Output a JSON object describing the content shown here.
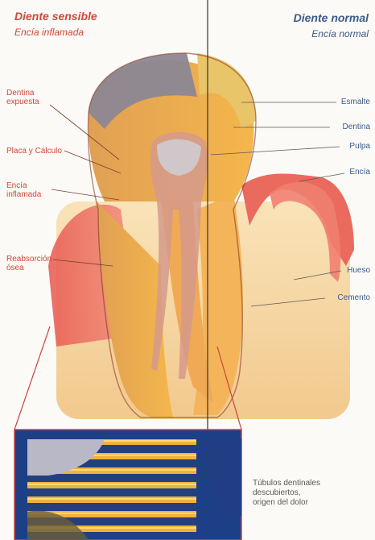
{
  "left_panel": {
    "title": "Diente sensible",
    "subtitle": "Encía inflamada",
    "labels": {
      "dentina_expuesta": "Dentina\nexpuesta",
      "placa_calculo": "Placa y Cálculo",
      "encia_inflamada": "Encía\ninflamada",
      "reabsorcion_osea": "Reabsorción\nósea"
    }
  },
  "right_panel": {
    "title": "Diente normal",
    "subtitle": "Encía normal",
    "labels": {
      "esmalte": "Esmalte",
      "dentina": "Dentina",
      "pulpa": "Pulpa",
      "encia": "Encía",
      "hueso": "Hueso",
      "cemento": "Cemento"
    }
  },
  "inset_caption": "Túbulos dentinales\ndescubiertos,\norigen del dolor",
  "colors": {
    "left_title": "#d2463a",
    "right_title": "#3b5b8a",
    "enamel": "#8c8794",
    "dentin": "#f0a64e",
    "gum": "#e05a57",
    "bone": "#f7ddb0",
    "inset_blue": "#1d3f86"
  }
}
